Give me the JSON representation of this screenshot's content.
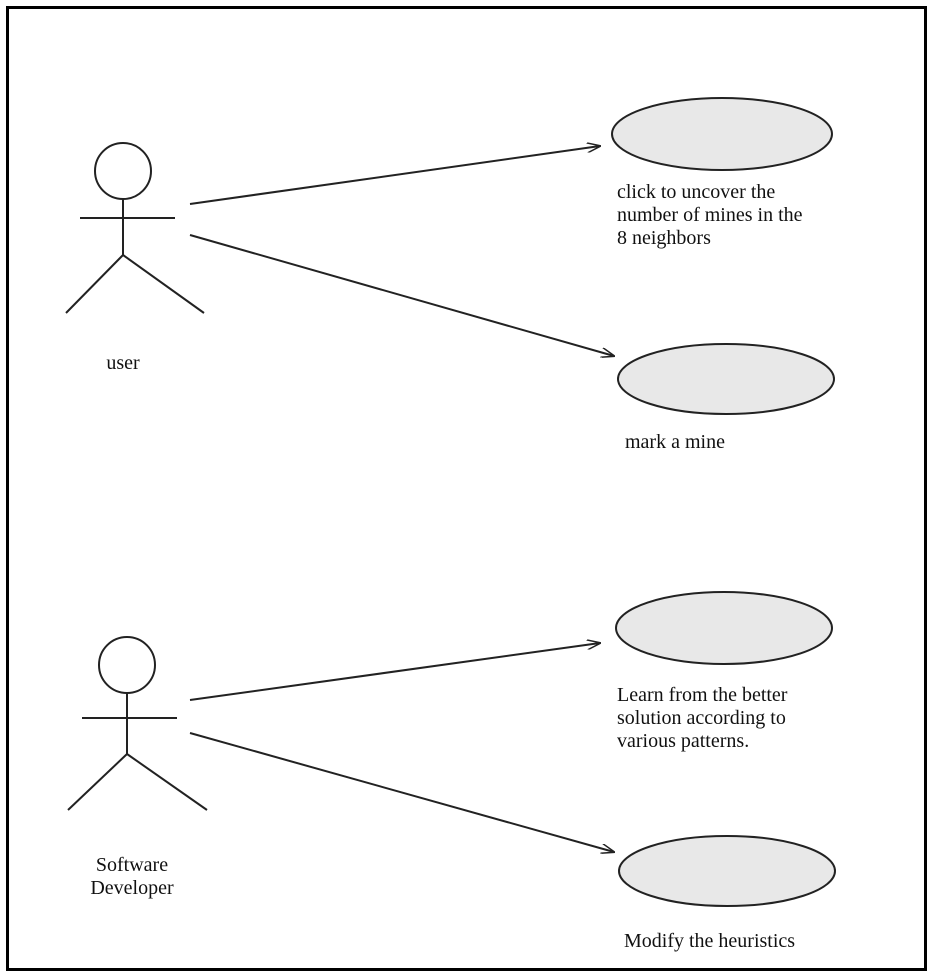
{
  "actors": [
    {
      "id": "user",
      "label": "user"
    },
    {
      "id": "developer",
      "label": "Software\nDeveloper"
    }
  ],
  "use_cases": [
    {
      "id": "uncover",
      "label": "click to uncover the\nnumber of mines in the\n8 neighbors"
    },
    {
      "id": "mark",
      "label": "mark a mine"
    },
    {
      "id": "learn",
      "label": "Learn from the better\nsolution according to\nvarious patterns."
    },
    {
      "id": "modify",
      "label": "Modify the heuristics"
    }
  ],
  "associations": [
    {
      "from": "user",
      "to": "uncover"
    },
    {
      "from": "user",
      "to": "mark"
    },
    {
      "from": "developer",
      "to": "learn"
    },
    {
      "from": "developer",
      "to": "modify"
    }
  ],
  "colors": {
    "line": "#222222",
    "ellipse_fill": "#e8e8e8",
    "frame": "#000000"
  }
}
